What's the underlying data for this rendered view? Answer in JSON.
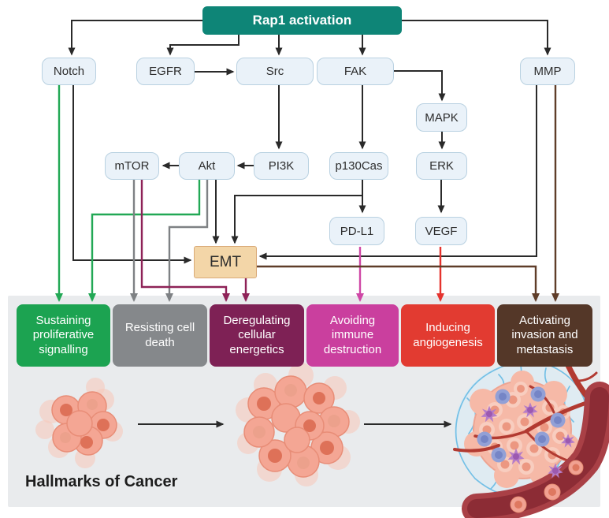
{
  "nodes": {
    "rap1": "Rap1 activation",
    "notch": "Notch",
    "egfr": "EGFR",
    "src": "Src",
    "fak": "FAK",
    "mmp": "MMP",
    "mapk": "MAPK",
    "mtor": "mTOR",
    "akt": "Akt",
    "pi3k": "PI3K",
    "p130cas": "p130Cas",
    "erk": "ERK",
    "pdl1": "PD-L1",
    "vegf": "VEGF",
    "emt": "EMT"
  },
  "hallmarks": [
    {
      "label": "Sustaining proliferative signalling",
      "color": "#1ca351"
    },
    {
      "label": "Resisting cell death",
      "color": "#85888b"
    },
    {
      "label": "Deregulating cellular energetics",
      "color": "#7e2155"
    },
    {
      "label": "Avoiding immune destruction",
      "color": "#ca3f9e"
    },
    {
      "label": "Inducing angiogenesis",
      "color": "#e23b31"
    },
    {
      "label": "Activating invasion and metastasis",
      "color": "#543728"
    }
  ],
  "caption": "Hallmarks of Cancer",
  "colors": {
    "teal": "#0e8577",
    "node_fill": "#eaf2f9",
    "node_border": "#b9d1e1",
    "emt_fill": "#f3d6a8",
    "emt_border": "#d9aa78",
    "panel_bg": "#e9ebed",
    "black": "#2a2a2a",
    "green": "#22a855",
    "gray": "#7e8184",
    "maroon": "#8e2257",
    "magenta": "#cf47a6",
    "red": "#e5332e",
    "brown": "#5f3d29"
  }
}
